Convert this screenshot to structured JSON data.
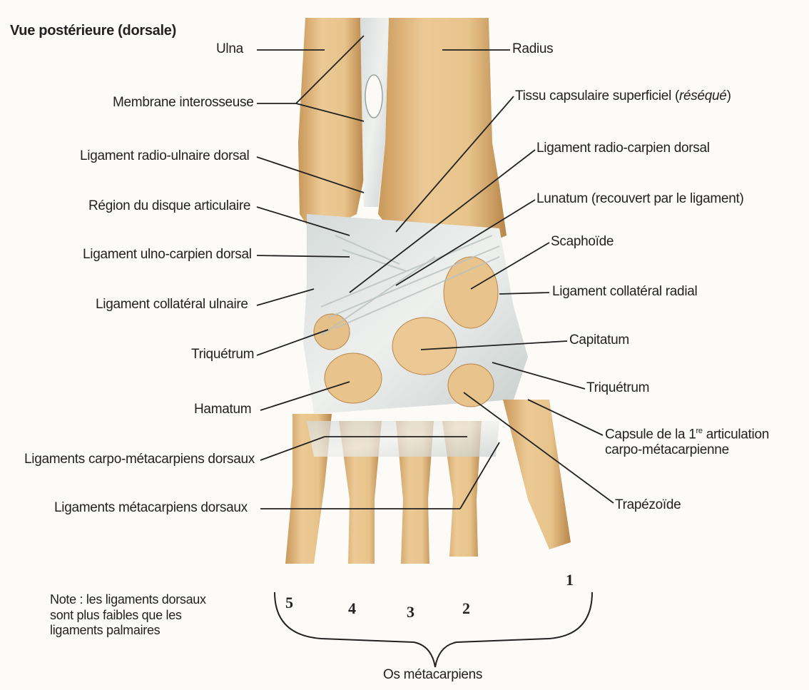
{
  "title": "Vue postérieure (dorsale)",
  "labels": {
    "ulna": "Ulna",
    "radius": "Radius",
    "membrane": "Membrane interosseuse",
    "tissu_prefix": "Tissu capsulaire superficiel (",
    "tissu_italic": "réséqué",
    "tissu_suffix": ")",
    "lig_radio_ulnaire": "Ligament radio-ulnaire dorsal",
    "lig_radio_carpien": "Ligament radio-carpien dorsal",
    "region_disque": "Région du disque articulaire",
    "lunatum": "Lunatum (recouvert par le ligament)",
    "lig_ulno_carpien": "Ligament ulno-carpien dorsal",
    "scaphoide": "Scaphoïde",
    "lig_coll_ulnaire": "Ligament collatéral ulnaire",
    "lig_coll_radial": "Ligament collatéral radial",
    "triquetrum_left": "Triquétrum",
    "capitatum": "Capitatum",
    "triquetrum_right": "Triquétrum",
    "hamatum": "Hamatum",
    "capsule_line1_prefix": "Capsule de la 1",
    "capsule_line1_sup": "re",
    "capsule_line1_suffix": " articulation",
    "capsule_line2": "carpo-métacarpienne",
    "lig_carpo_meta": "Ligaments carpo-métacarpiens dorsaux",
    "lig_meta": "Ligaments métacarpiens dorsaux",
    "trapezoide": "Trapézoïde",
    "note_line1": "Note : les ligaments dorsaux",
    "note_line2": "sont plus faibles que les",
    "note_line3": "ligaments palmaires",
    "os_metacarpiens": "Os métacarpiens"
  },
  "metacarpal_numbers": [
    "5",
    "4",
    "3",
    "2",
    "1"
  ],
  "colors": {
    "bone": "#e8c48c",
    "bone_dark": "#c9985a",
    "ligament": "#dfe4e3",
    "leader": "#222222"
  }
}
